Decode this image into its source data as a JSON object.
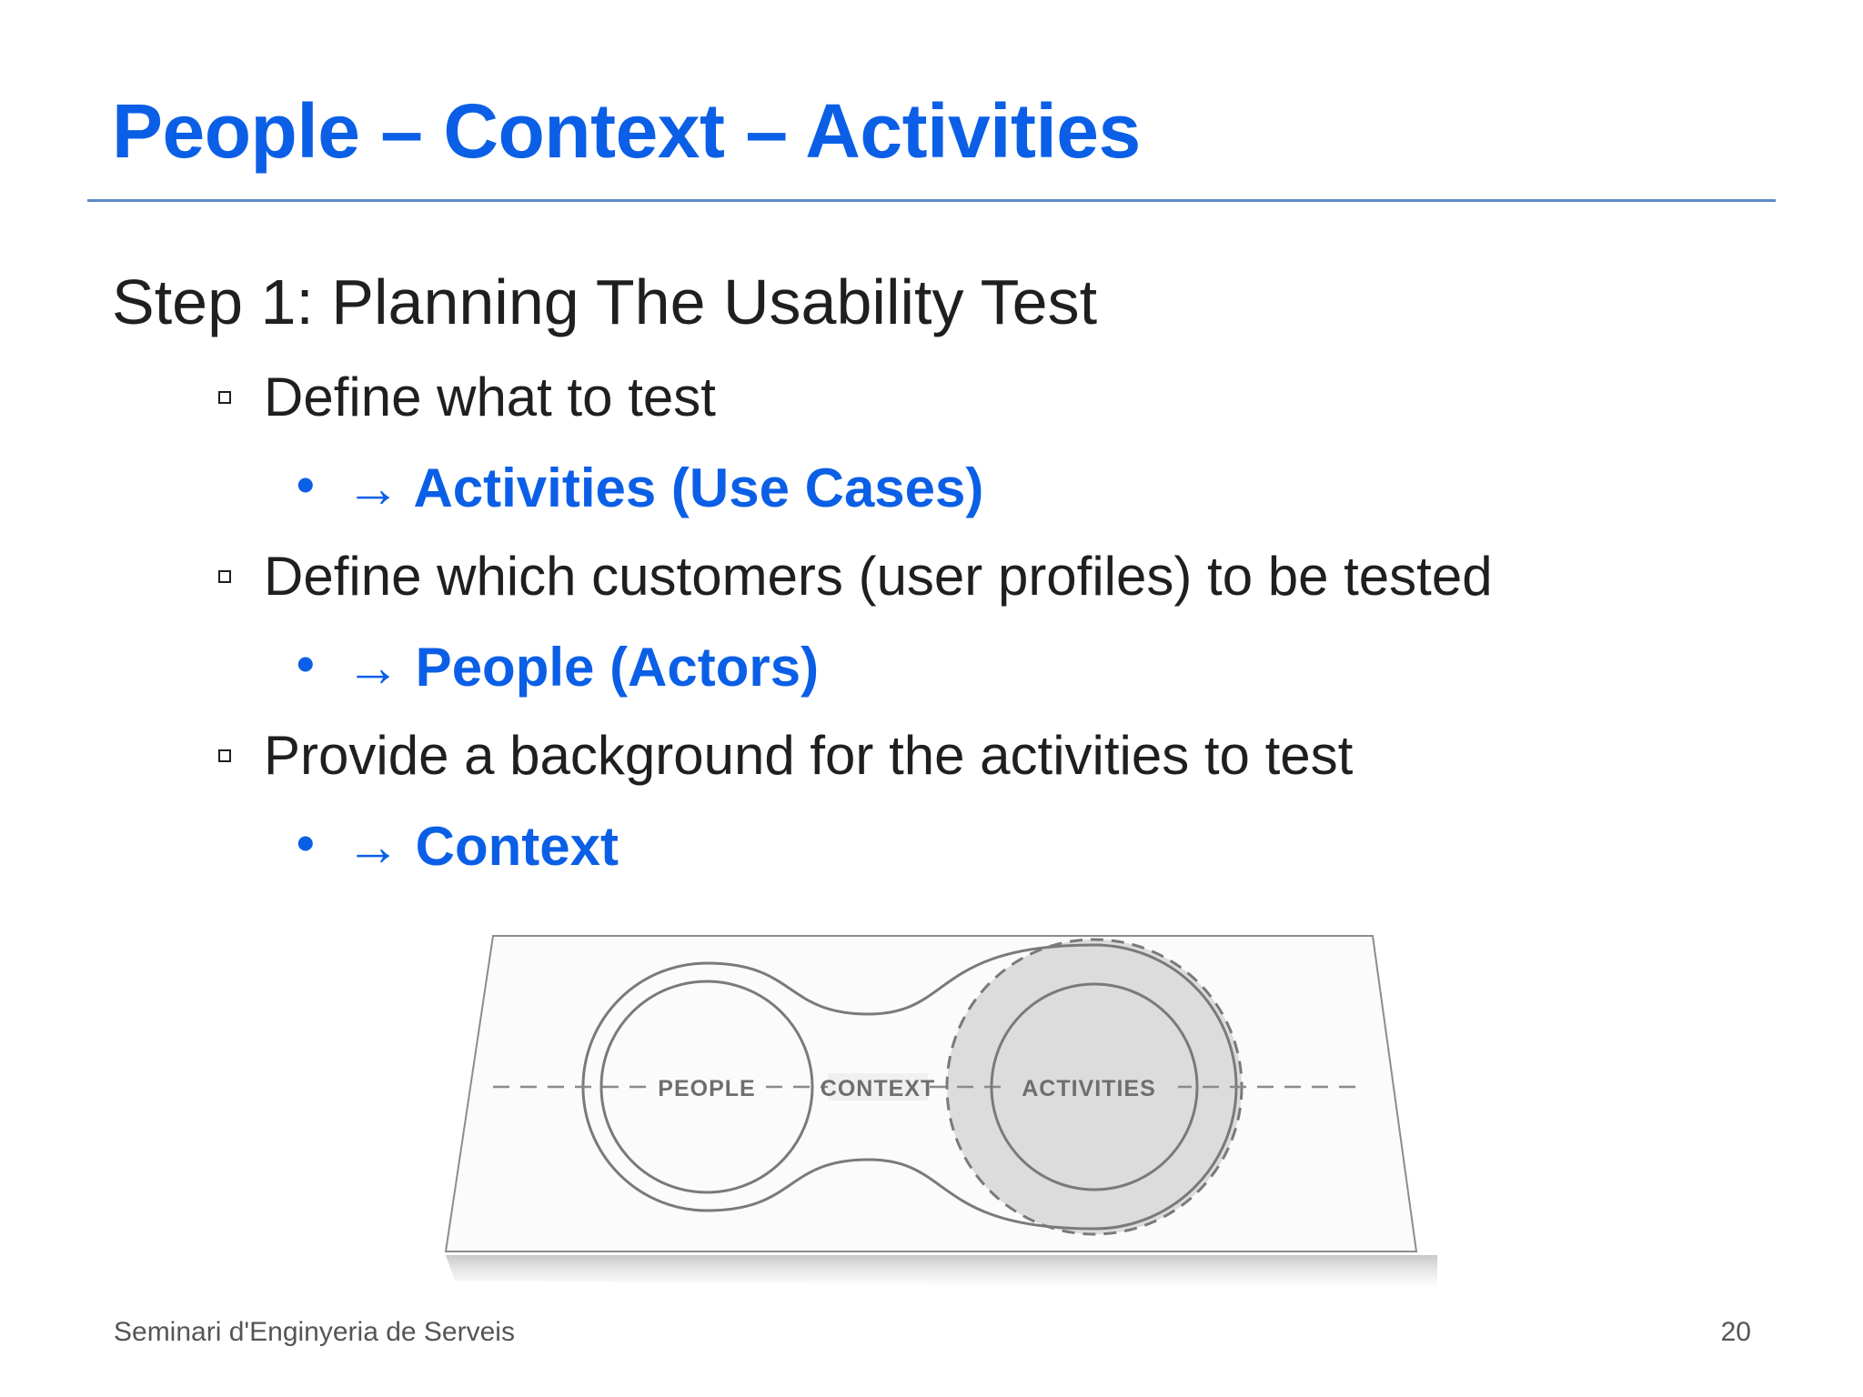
{
  "slide": {
    "title": "People – Context – Activities",
    "heading": "Step 1: Planning The Usability Test",
    "items": [
      {
        "text": "Define what to test",
        "sub": "→ Activities (Use Cases)"
      },
      {
        "text": "Define which customers (user profiles) to be tested",
        "sub": "→ People (Actors)"
      },
      {
        "text": "Provide a background for the activities to test",
        "sub": "→ Context"
      }
    ],
    "diagram": {
      "labels": {
        "people": "PEOPLE",
        "context": "CONTEXT",
        "activities": "ACTIVITIES"
      }
    },
    "footer": {
      "course": "Seminari d'Enginyeria de Serveis",
      "page_number": "20"
    },
    "colors": {
      "accent": "#0b5fe6",
      "text": "#1f1f1f",
      "rule": "#5d8ac9"
    }
  }
}
